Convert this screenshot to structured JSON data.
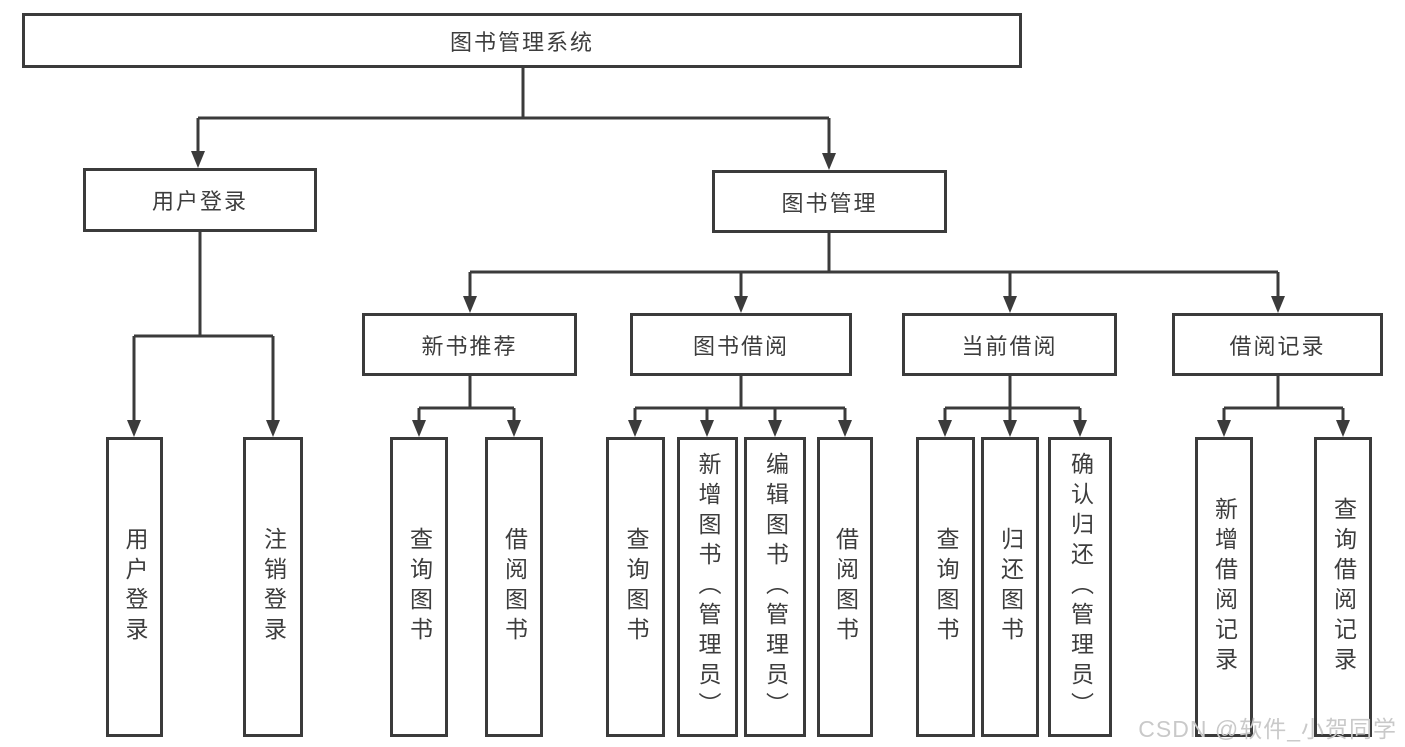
{
  "colors": {
    "line": "#3b3b3b",
    "text": "#3d3d3d",
    "background": "#ffffff",
    "watermark": "#c9c9c9"
  },
  "tree": {
    "root": {
      "label": "图书管理系统"
    },
    "level2": [
      {
        "label": "用户登录",
        "children": [
          {
            "label": "用户登录"
          },
          {
            "label": "注销登录"
          }
        ]
      },
      {
        "label": "图书管理",
        "groups": [
          {
            "label": "新书推荐",
            "children": [
              {
                "label": "查询图书"
              },
              {
                "label": "借阅图书"
              }
            ]
          },
          {
            "label": "图书借阅",
            "children": [
              {
                "label": "查询图书"
              },
              {
                "label": "新增图书（管理员）"
              },
              {
                "label": "编辑图书（管理员）"
              },
              {
                "label": "借阅图书"
              }
            ]
          },
          {
            "label": "当前借阅",
            "children": [
              {
                "label": "查询图书"
              },
              {
                "label": "归还图书"
              },
              {
                "label": "确认归还（管理员）"
              }
            ]
          },
          {
            "label": "借阅记录",
            "children": [
              {
                "label": "新增借阅记录"
              },
              {
                "label": "查询借阅记录"
              }
            ]
          }
        ]
      }
    ]
  },
  "watermark": {
    "text": "CSDN @软件_小贺同学"
  }
}
